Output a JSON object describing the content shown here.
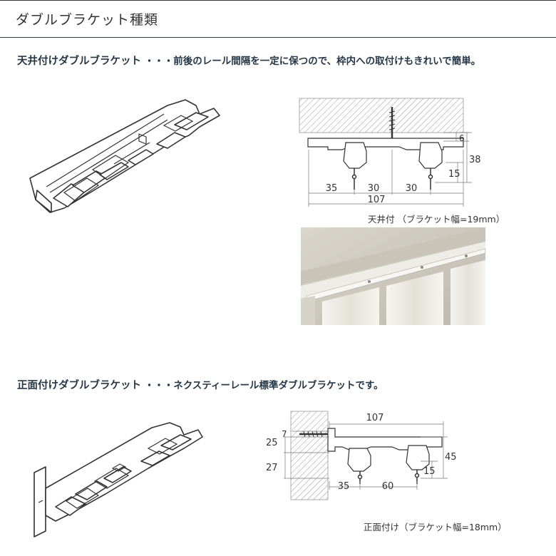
{
  "header": {
    "title": "ダブルブラケット種類"
  },
  "ceiling": {
    "heading": "天井付けダブルブラケット",
    "description": " ・・・前後のレール間隔を一定に保つので、枠内への取付けもきれいで簡単。",
    "caption": "天井付 （ブラケット幅=19mm）",
    "dims": {
      "d35": "35",
      "d30a": "30",
      "d30b": "30",
      "d107": "107",
      "d6": "6",
      "d38": "38",
      "d15": "15"
    }
  },
  "front": {
    "heading": "正面付けダブルブラケット",
    "description": " ・・・ネクスティーレール標準ダブルブラケットです。",
    "caption": "正面付け（ブラケット幅=18mm）",
    "dims": {
      "d107": "107",
      "d7": "7",
      "d25": "25",
      "d27": "27",
      "d35": "35",
      "d60": "60",
      "d45": "45",
      "d15": "15"
    }
  },
  "colors": {
    "heading": "#263746",
    "line": "#555555",
    "hatch": "#999999"
  }
}
